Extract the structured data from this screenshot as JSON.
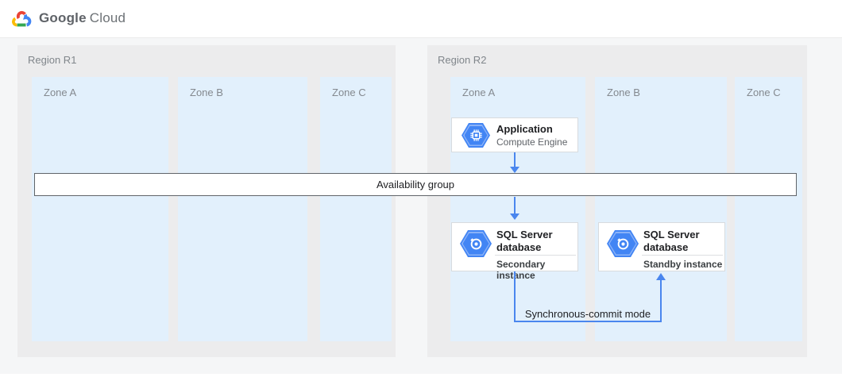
{
  "header": {
    "brand": {
      "part1": "Google",
      "part2": "Cloud"
    }
  },
  "regions": [
    {
      "label": "Region R1",
      "zones": [
        {
          "label": "Zone A"
        },
        {
          "label": "Zone B"
        },
        {
          "label": "Zone C"
        }
      ]
    },
    {
      "label": "Region R2",
      "zones": [
        {
          "label": "Zone A"
        },
        {
          "label": "Zone B"
        },
        {
          "label": "Zone C"
        }
      ]
    }
  ],
  "nodes": {
    "application": {
      "title": "Application",
      "subtitle": "Compute Engine",
      "icon": "compute-engine-icon"
    },
    "availability_group": {
      "label": "Availability group"
    },
    "sql_secondary": {
      "title": "SQL Server database",
      "instance": "Secondary instance",
      "icon": "sql-server-database-icon"
    },
    "sql_standby": {
      "title": "SQL Server database",
      "instance": "Standby instance",
      "icon": "sql-server-database-icon"
    }
  },
  "edges": {
    "sync_commit_label": "Synchronous-commit mode"
  },
  "colors": {
    "arrow_blue": "#4a86ee",
    "hexagon_blue": "#4285f4",
    "zone_fill": "#e2f0fc",
    "region_fill": "#ececed",
    "logo_red": "#ea4335",
    "logo_blue": "#4285f4",
    "logo_green": "#34a853",
    "logo_yellow": "#fbbc05"
  }
}
